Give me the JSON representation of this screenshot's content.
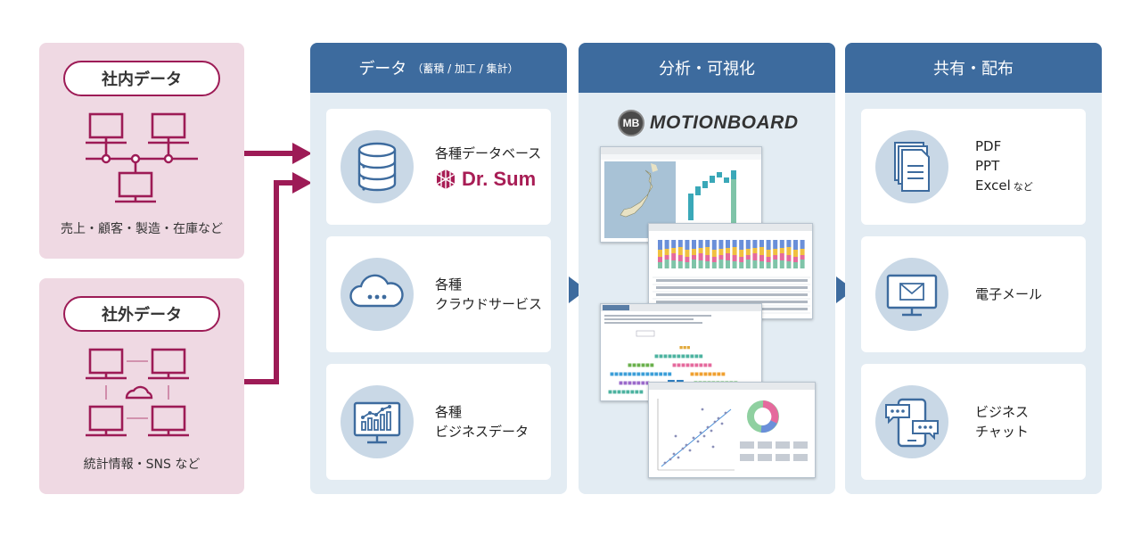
{
  "sources": {
    "internal": {
      "title": "社内データ",
      "subtitle": "売上・顧客・製造・在庫など"
    },
    "external": {
      "title": "社外データ",
      "subtitle": "統計情報・SNS など"
    }
  },
  "columns": {
    "data": {
      "title": "データ",
      "title_note": "（蓄積 / 加工 / 集計）",
      "cards": [
        {
          "line1": "各種データベース",
          "line2": "",
          "brand": "Dr. Sum",
          "icon": "database-icon"
        },
        {
          "line1": "各種",
          "line2": "クラウドサービス",
          "icon": "cloud-icon"
        },
        {
          "line1": "各種",
          "line2": "ビジネスデータ",
          "icon": "monitor-chart-icon"
        }
      ]
    },
    "viz": {
      "title": "分析・可視化",
      "logo_badge": "MB",
      "logo_text": "MOTIONBOARD"
    },
    "share": {
      "title": "共有・配布",
      "cards": [
        {
          "line1": "PDF",
          "line2": "PPT",
          "line3": "Excel",
          "line3_note": "など",
          "icon": "document-icon"
        },
        {
          "line1": "電子メール",
          "icon": "mail-monitor-icon"
        },
        {
          "line1": "ビジネス",
          "line2": "チャット",
          "icon": "chat-phone-icon"
        }
      ]
    }
  },
  "colors": {
    "accent_magenta": "#9d1b56",
    "header_blue": "#3d6b9e",
    "column_bg": "#e3ecf3",
    "source_bg": "#efd9e3"
  }
}
